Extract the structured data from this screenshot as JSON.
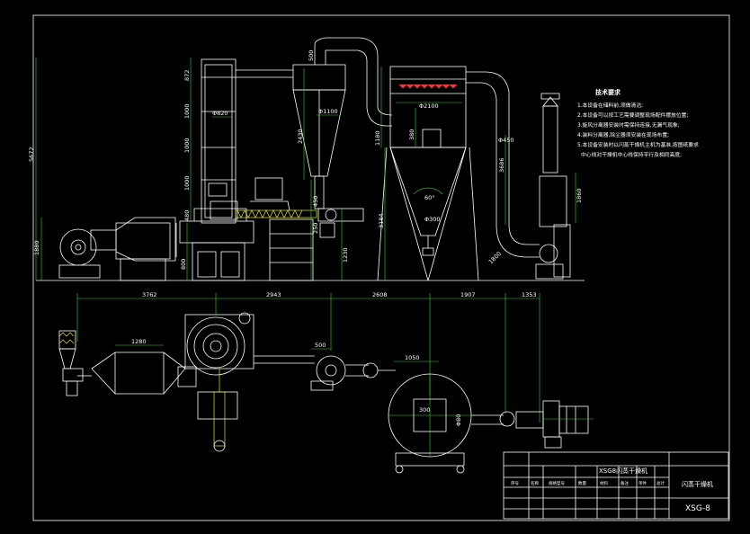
{
  "drawing": {
    "tech_title": "技术要求",
    "tech_notes": [
      "1.本设备在储料前,须做清洁;",
      "2.本设备可以按工艺需要调整现场配件摆放位置;",
      "3.旋风分离器安装时需保持连接,无漏气现象;",
      "4.装料分离器,除尘器须安装在现场布置;",
      "5.本设备安装时以闪蒸干燥机主机为基准,按图纸要求",
      "中心线对干燥机中心线保持平行及相同高度;"
    ],
    "front_dims": {
      "total_height": "5672",
      "left_low": "1880",
      "col_1": "872",
      "col_2": "1000",
      "col_3": "1000",
      "col_4": "1000",
      "col_5": "480",
      "col_dia": "Φ820",
      "cyclone_top": "500",
      "cyclone_dia": "Φ1100",
      "cyclone_h": "2430",
      "cyclone_low": "450",
      "cyclone_low2": "250",
      "feeder_h": "1230",
      "stand_h": "800",
      "filter_top": "1180",
      "filter_dia": "Φ2100",
      "filter_pipe": "380",
      "filter_total": "3184",
      "filter_angle": "60°",
      "filter_out": "Φ300",
      "pipe_dia": "Φ450",
      "pipe_h": "3686",
      "pipe_h2": "1860",
      "elbow": "1800"
    },
    "plan_dims": [
      "3762",
      "2943",
      "2608",
      "1907",
      "1353"
    ],
    "plan_misc": {
      "base_len": "1280",
      "duct": "500",
      "tank": "1050",
      "ring": "300",
      "tank_dia": "Φ80"
    },
    "title_block": {
      "project": "XSG8闪蒸干燥机",
      "name": "闪蒸干燥机",
      "code": "XSG-8",
      "cols": [
        "序号",
        "名称",
        "规格型号",
        "数量",
        "材料",
        "备注",
        "单件",
        "总计"
      ]
    }
  }
}
